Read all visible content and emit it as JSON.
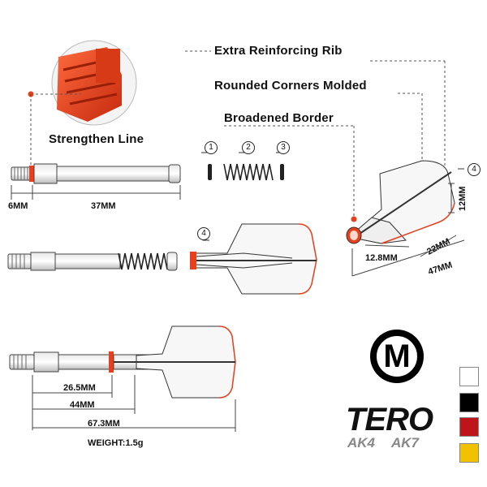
{
  "features": {
    "reinforcing_rib": "Extra Reinforcing Rib",
    "rounded_corners": "Rounded Corners Molded",
    "broadened_border": "Broadened Border",
    "strengthen_line": "Strengthen Line"
  },
  "steps": [
    "1",
    "2",
    "3"
  ],
  "marker": "4",
  "dimensions": {
    "thread": "6MM",
    "shaft": "37MM",
    "flight_height": "12MM",
    "flight_base": "12.8MM",
    "flight_width": "22MM",
    "flight_length": "47MM",
    "to_ring": "26.5MM",
    "to_flight": "44MM",
    "total_length": "67.3MM",
    "weight": "WEIGHT:1.5g"
  },
  "size_label": "M",
  "brand": "TERO",
  "models": [
    "AK4",
    "AK7"
  ],
  "colors": [
    "#ffffff",
    "#000000",
    "#c0141b",
    "#f2c200"
  ],
  "accent": "#e8401c"
}
